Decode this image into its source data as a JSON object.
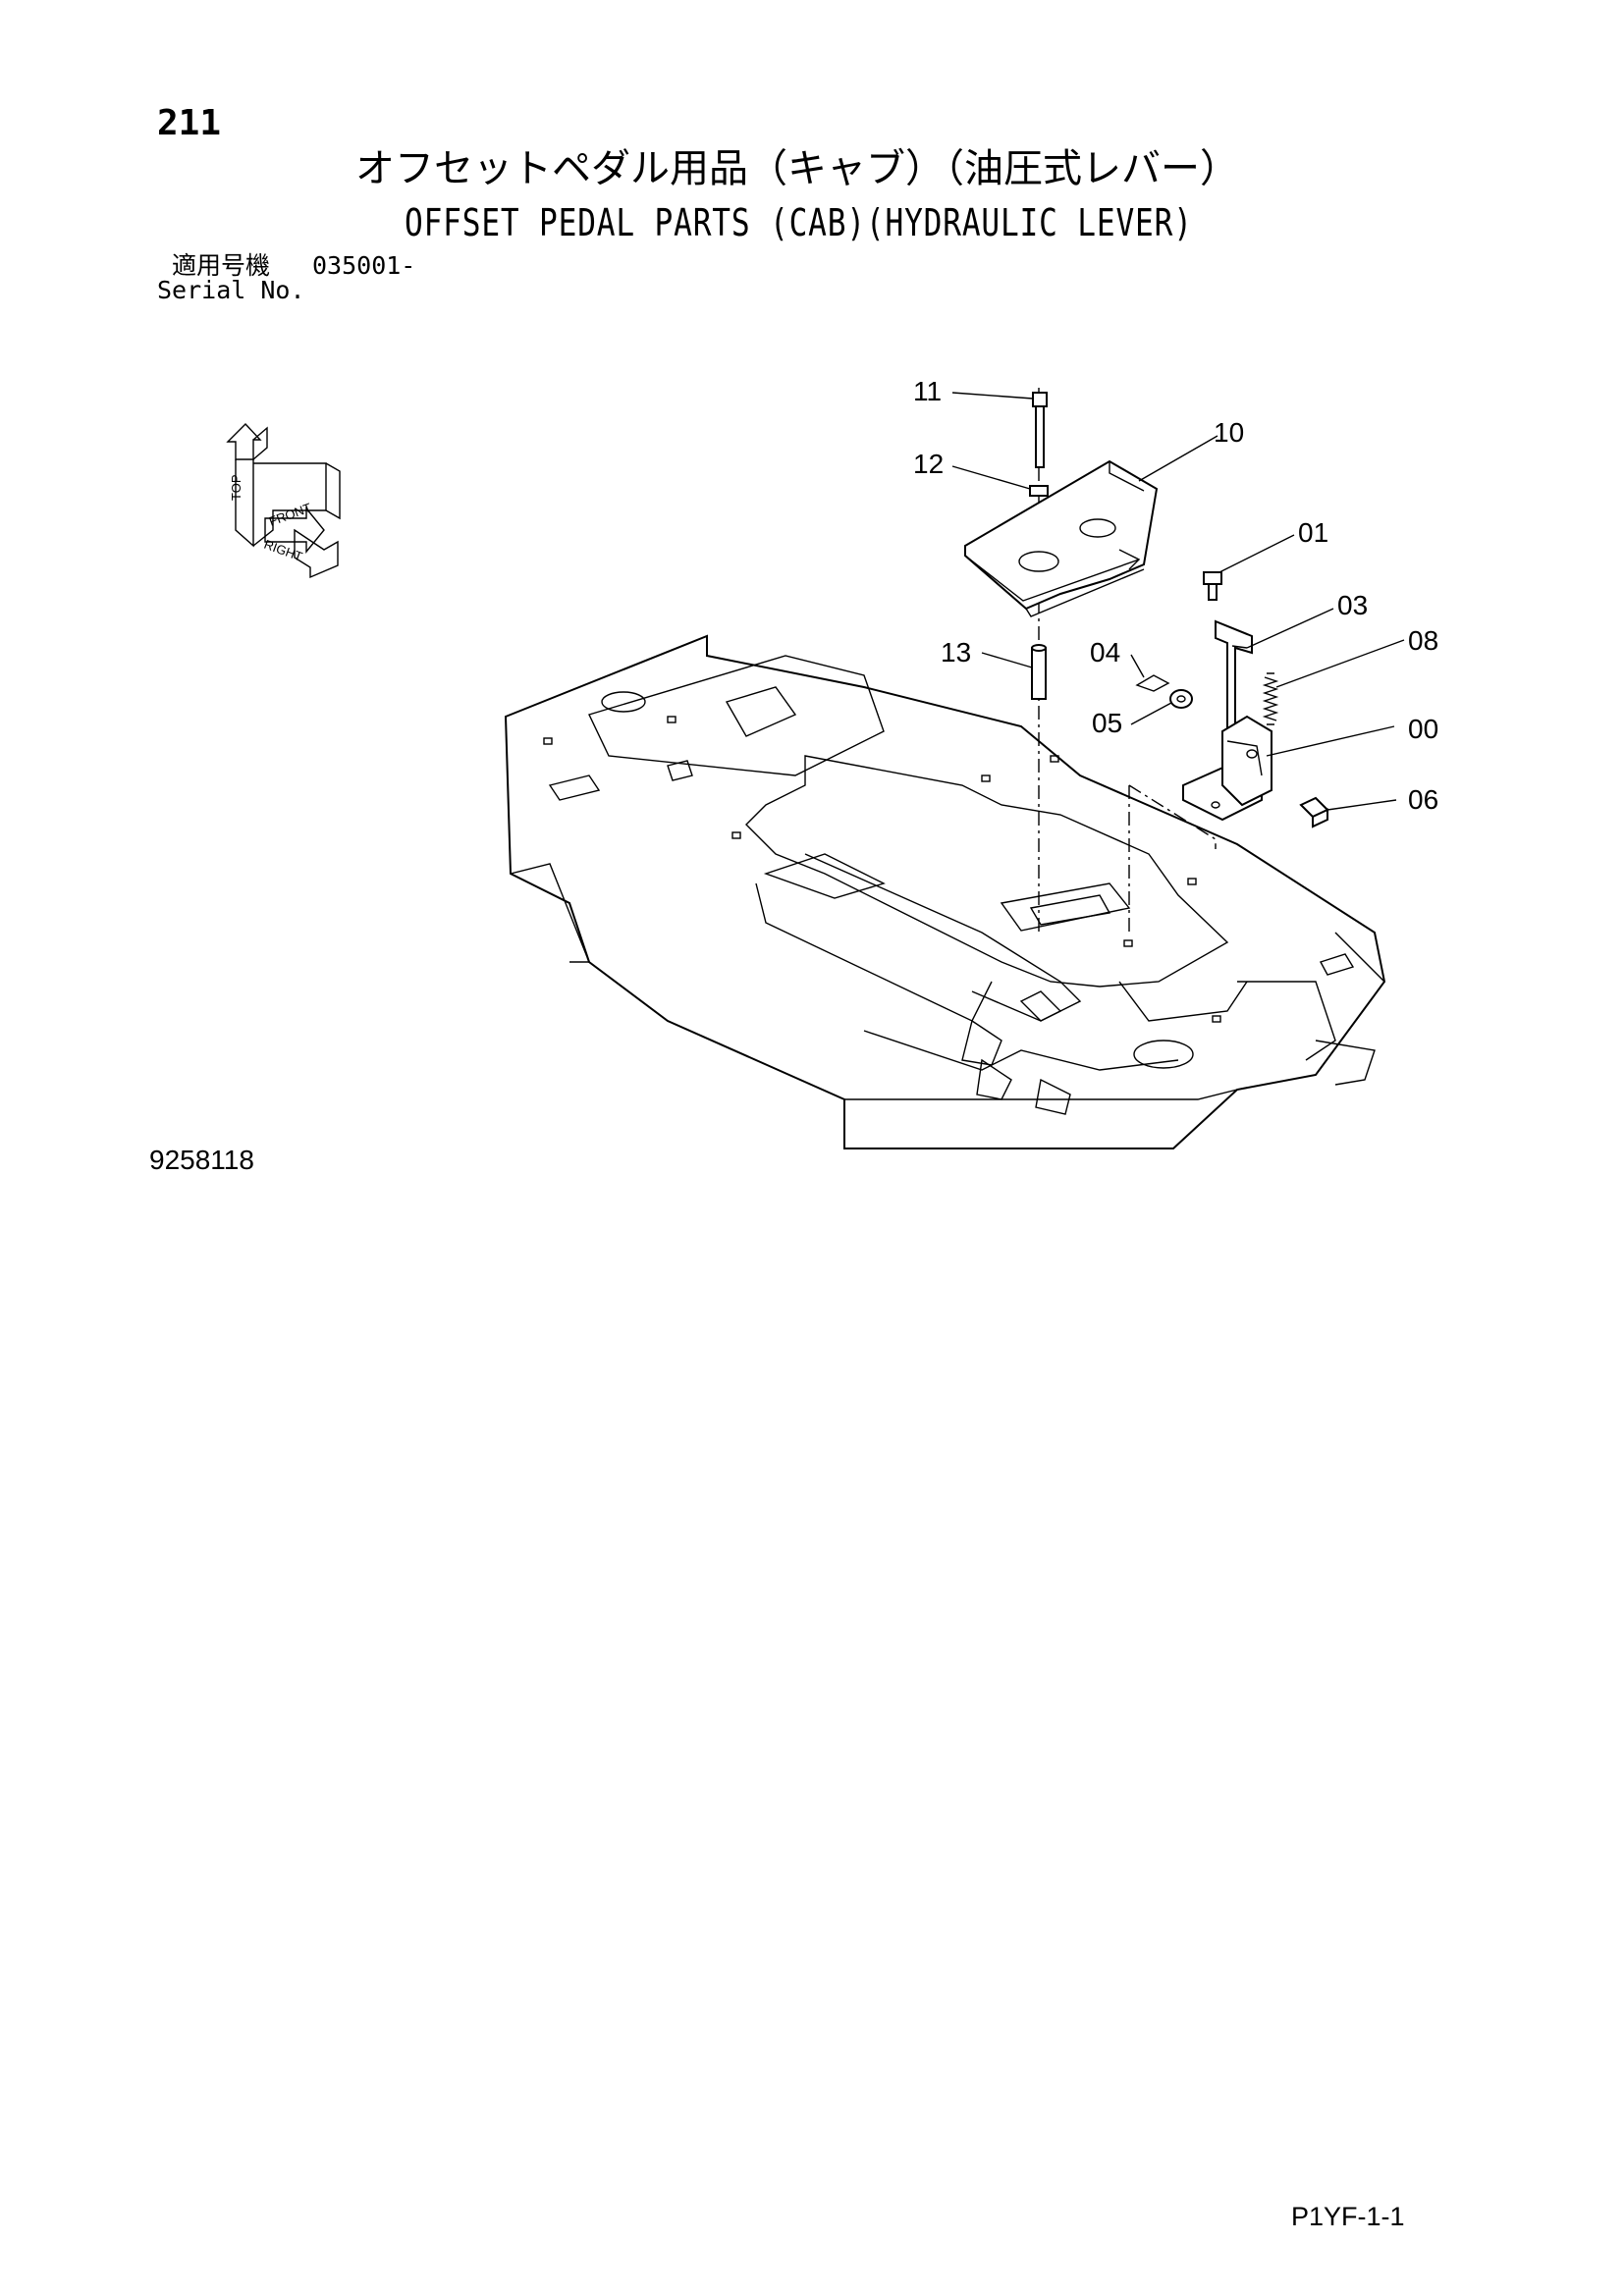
{
  "header": {
    "page_number": "211",
    "title_jp": "オフセットペダル用品（キャブ）（油圧式レバー）",
    "title_en": "OFFSET PEDAL PARTS (CAB)(HYDRAULIC LEVER)",
    "serial_label_jp": "適用号機",
    "serial_value": "035001-",
    "serial_label_en": "Serial No."
  },
  "orientation_icon": {
    "labels": [
      "TOP",
      "FRONT",
      "RIGHT"
    ]
  },
  "callouts": [
    "11",
    "12",
    "10",
    "01",
    "03",
    "08",
    "13",
    "04",
    "05",
    "00",
    "06"
  ],
  "footer": {
    "drawing_number": "9258118",
    "page_code": "P1YF-1-1"
  }
}
